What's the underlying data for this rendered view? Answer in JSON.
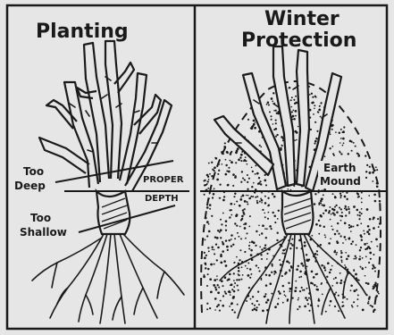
{
  "left_panel": {
    "title": "Planting",
    "labels": {
      "too_deep_line1": "Too",
      "too_deep_line2": "Deep",
      "proper_line1": "PROPER",
      "proper_line2": "DEPTH",
      "too_shallow_line1": "Too",
      "too_shallow_line2": "Shallow"
    }
  },
  "right_panel": {
    "title_line1": "Winter",
    "title_line2": "Protection",
    "labels": {
      "earth_line1": "Earth",
      "earth_line2": "Mound"
    }
  },
  "colors": {
    "ink": "#1a1a1a",
    "paper": "#e6e6e6"
  }
}
